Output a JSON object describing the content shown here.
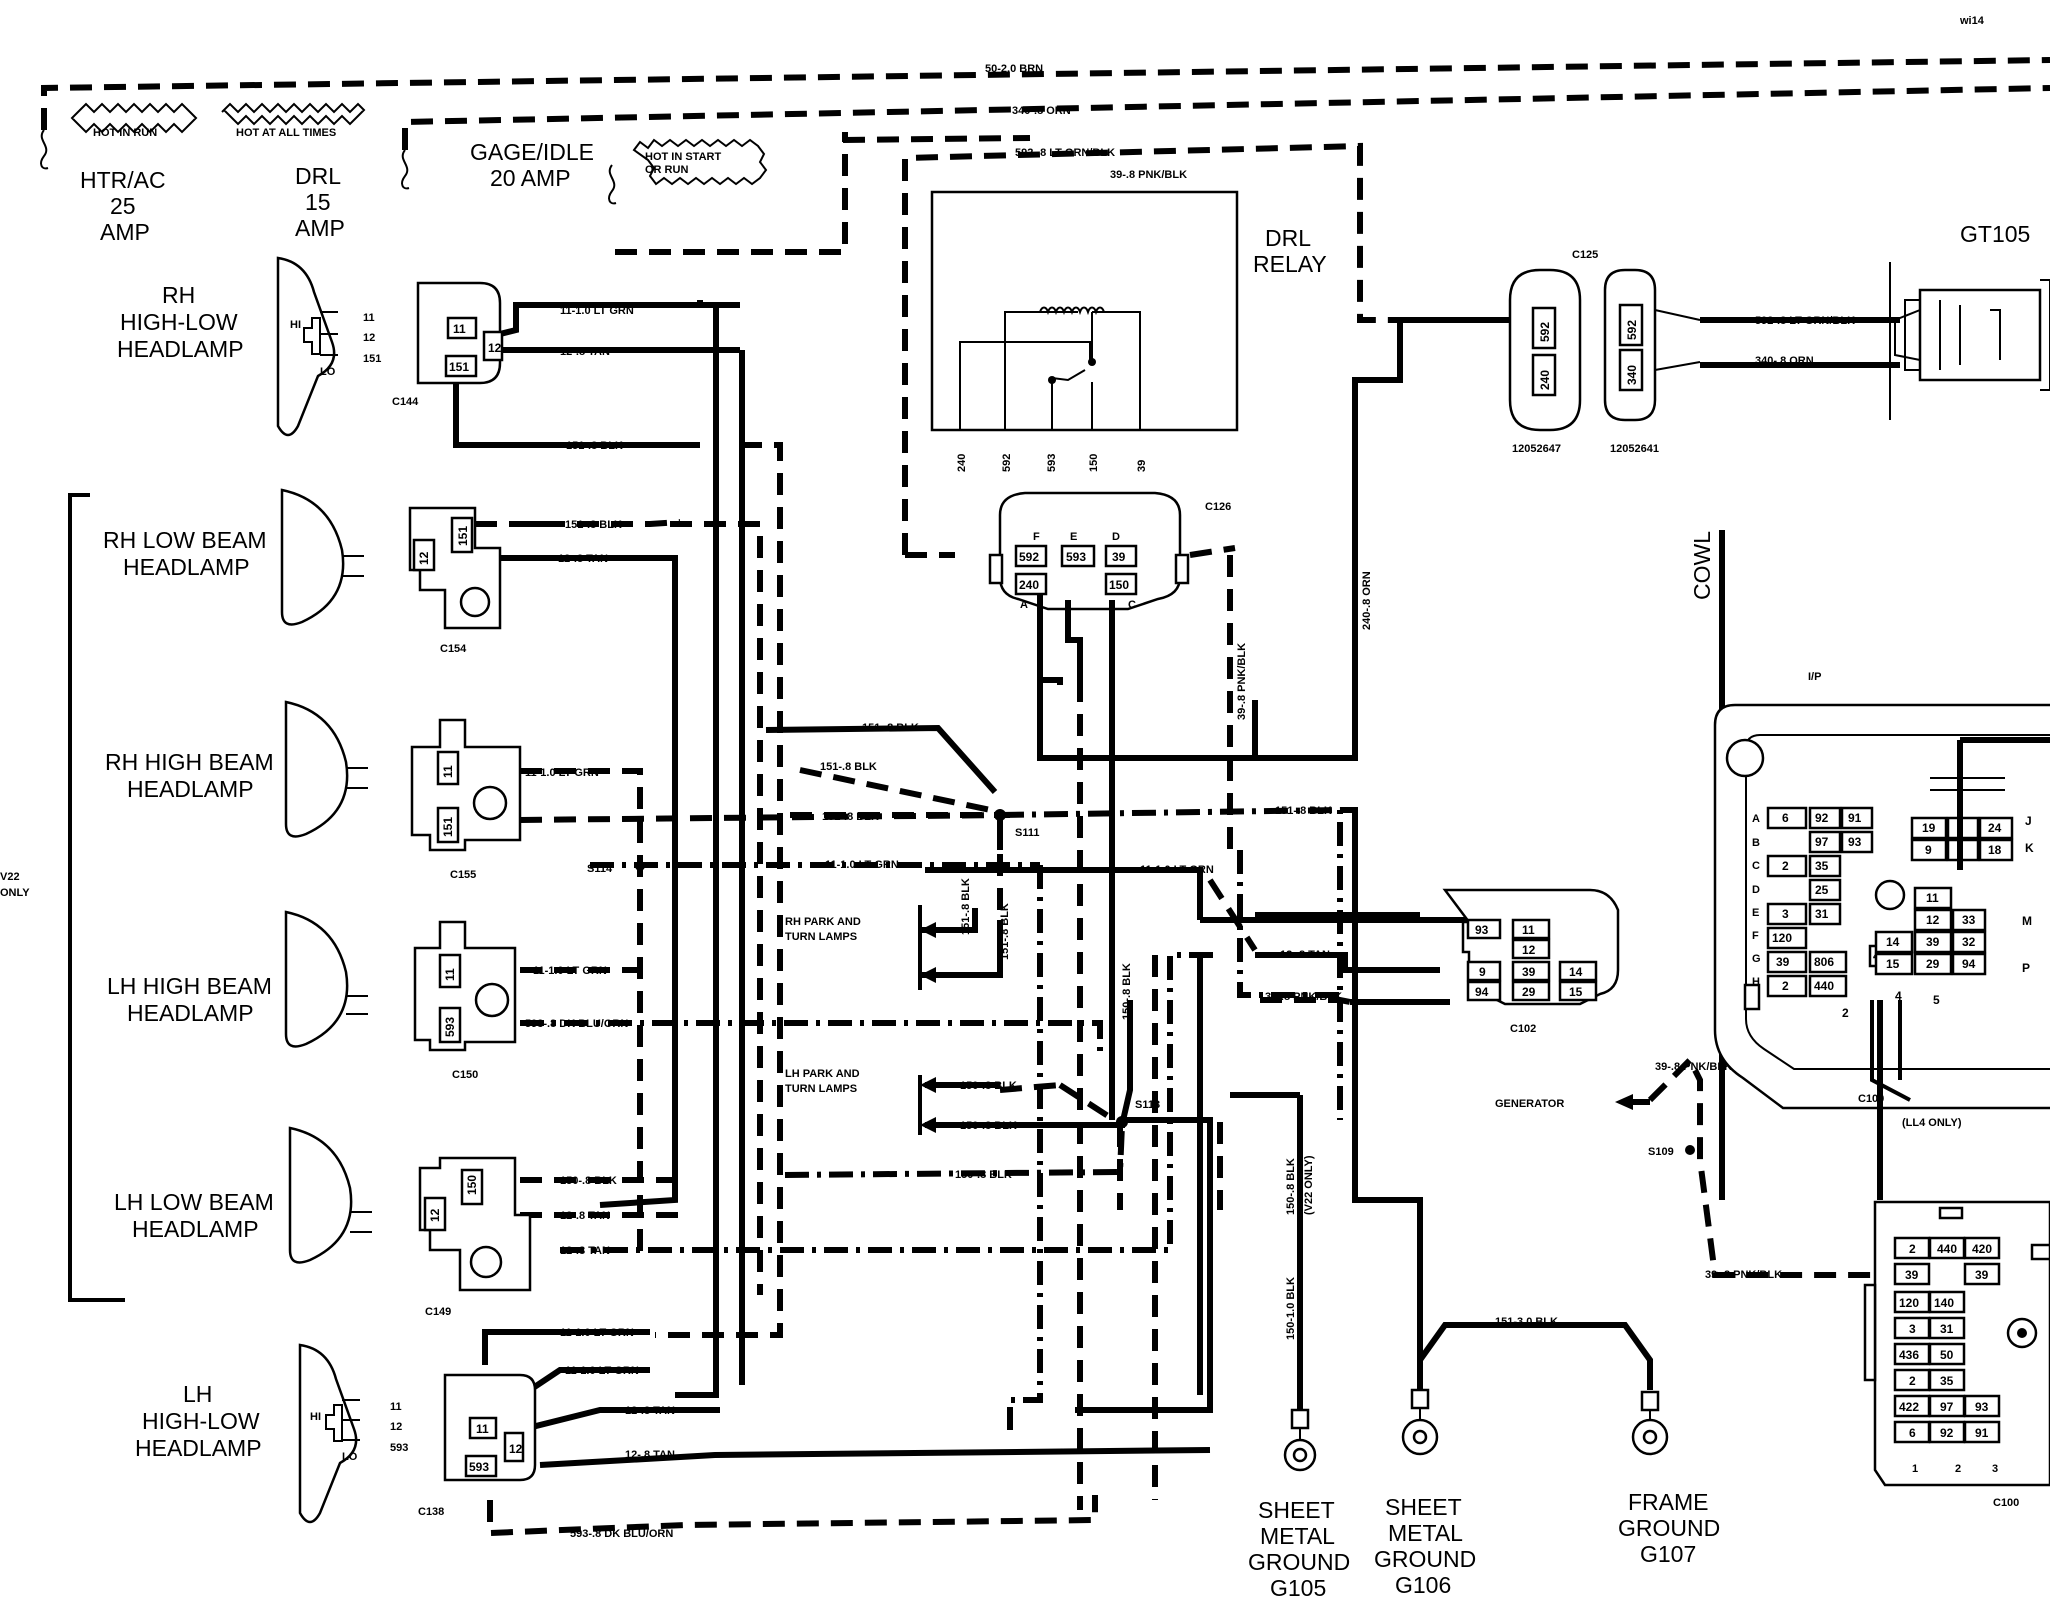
{
  "corner_label": "wi14",
  "fuse_block": {
    "hot_in_run": "HOT IN RUN",
    "hot_at_all_times": "HOT AT ALL TIMES",
    "hot_in_start_or_run_1": "HOT IN START",
    "hot_in_start_or_run_2": "OR RUN",
    "htr_fuse": [
      "HTR/AC",
      "25",
      "AMP"
    ],
    "drl_fuse": [
      "DRL",
      "15",
      "AMP"
    ],
    "gage_fuse": [
      "GAGE/IDLE",
      "20 AMP"
    ]
  },
  "lamps": {
    "rh_high_low": [
      "RH",
      "HIGH-LOW",
      "HEADLAMP"
    ],
    "rh_low_beam": [
      "RH LOW BEAM",
      "HEADLAMP"
    ],
    "rh_high_beam": [
      "RH HIGH BEAM",
      "HEADLAMP"
    ],
    "lh_high_beam": [
      "LH HIGH BEAM",
      "HEADLAMP"
    ],
    "lh_low_beam": [
      "LH LOW BEAM",
      "HEADLAMP"
    ],
    "lh_high_low": [
      "LH",
      "HIGH-LOW",
      "HEADLAMP"
    ],
    "hi": "HI",
    "lo": "LO",
    "v22_only": [
      "V22",
      "ONLY"
    ]
  },
  "relay": {
    "name": [
      "DRL",
      "RELAY"
    ],
    "terminals": [
      "240",
      "592",
      "593",
      "150",
      "39"
    ]
  },
  "connectors": {
    "c144": "C144",
    "c154": "C154",
    "c155": "C155",
    "c150": "C150",
    "c149": "C149",
    "c138": "C138",
    "c126": "C126",
    "c125": "C125",
    "c102": "C102",
    "c100": "C100",
    "c100b": "C100",
    "gt105": "GT105",
    "part_a": "12052647",
    "part_b": "12052641",
    "c126_letters": [
      "F",
      "E",
      "D",
      "A",
      "C"
    ],
    "c126_pins": [
      "592",
      "593",
      "39",
      "240",
      "150"
    ],
    "c125_pins": [
      "592",
      "240",
      "592",
      "340"
    ],
    "c102_pins": [
      "93",
      "11",
      "12",
      "9",
      "39",
      "14",
      "94",
      "29",
      "15"
    ],
    "c100_rows": [
      "A",
      "B",
      "C",
      "D",
      "E",
      "F",
      "G",
      "H"
    ],
    "c100_cells": [
      "6",
      "92",
      "91",
      "97",
      "93",
      "2",
      "35",
      "25",
      "3",
      "31",
      "120",
      "39",
      "806",
      "436",
      "2",
      "440",
      "19",
      "24",
      "9",
      "18",
      "11",
      "12",
      "33",
      "14",
      "39",
      "32",
      "15",
      "29",
      "94",
      "4",
      "5",
      "2"
    ],
    "c100_side": [
      "J",
      "K",
      "M",
      "P"
    ],
    "c100_lower_cells": [
      "2",
      "440",
      "420",
      "39",
      "39",
      "120",
      "140",
      "3",
      "31",
      "436",
      "50",
      "2",
      "35",
      "422",
      "97",
      "93",
      "6",
      "92",
      "91"
    ],
    "c100_lower_nums": [
      "1",
      "2",
      "3"
    ]
  },
  "splices": {
    "s111": "S111",
    "s113": "S113",
    "s114": "S114",
    "s109": "S109"
  },
  "wires": {
    "w50": "50-2.0 BRN",
    "w340": "340-.8 ORN",
    "w592": "592-.8 LT GRN/BLK",
    "w39": "39-.8 PNK/BLK",
    "w11": "11-1.0 LT GRN",
    "w12": "12-.8 TAN",
    "w151": "151-.8 BLK",
    "w150": "150-.8 BLK",
    "w593": "593-.8 DK BLU/ORN",
    "w240": "240-.8 ORN",
    "w592c": "592-.8 LT GRN/BLK",
    "w340c": "340-.8 ORN",
    "w39v": "39-.8 PNK/BLK",
    "w150v": "150-.8 BLK",
    "w150v22": "(V22 ONLY)",
    "w150g": "150-1.0 BLK",
    "w151g": "151-3.0 BLK"
  },
  "labels": {
    "rh_park": [
      "RH PARK AND",
      "TURN LAMPS"
    ],
    "lh_park": [
      "LH PARK AND",
      "TURN LAMPS"
    ],
    "generator": "GENERATOR",
    "cowl": "COWL",
    "ip": "I/P",
    "ll4": "(LL4 ONLY)"
  },
  "grounds": {
    "g105": [
      "SHEET",
      "METAL",
      "GROUND",
      "G105"
    ],
    "g106": [
      "SHEET",
      "METAL",
      "GROUND",
      "G106"
    ],
    "g107": [
      "FRAME",
      "GROUND",
      "G107"
    ]
  }
}
